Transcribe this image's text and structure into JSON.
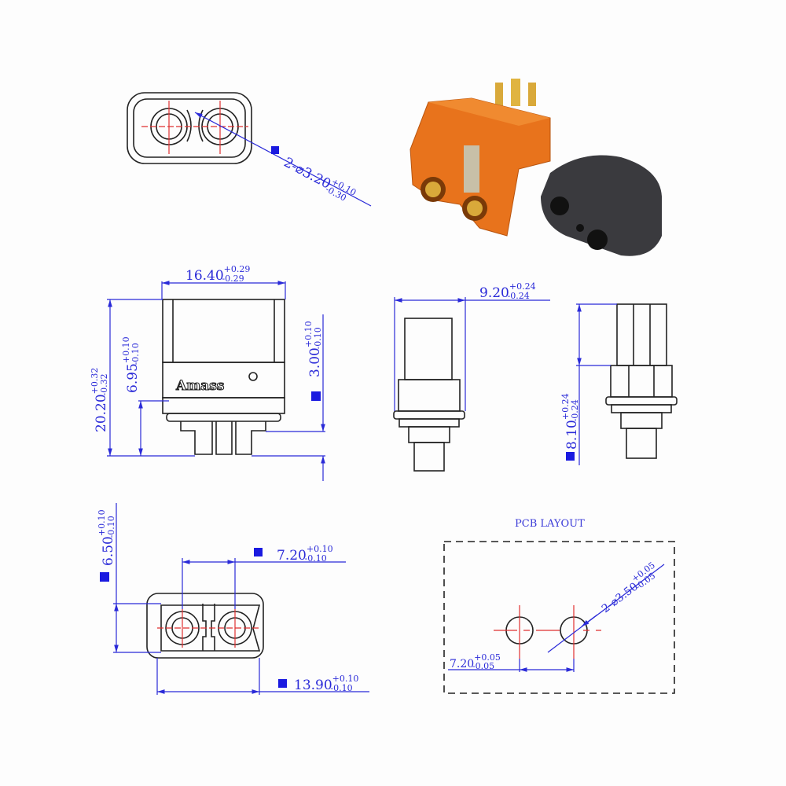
{
  "brand": "Amass",
  "pcb_title": "PCB LAYOUT",
  "dimensions": {
    "face_hole": {
      "value": "2-⌀3.20",
      "plus": "+0.10",
      "minus": "-0.30"
    },
    "width": {
      "value": "16.40",
      "plus": "+0.29",
      "minus": "-0.29"
    },
    "height": {
      "value": "20.20",
      "plus": "+0.32",
      "minus": "-0.32"
    },
    "pin_height": {
      "value": "6.95",
      "plus": "+0.10",
      "minus": "-0.10"
    },
    "pin_offset": {
      "value": "3.00",
      "plus": "+0.10",
      "minus": "-0.10"
    },
    "depth": {
      "value": "9.20",
      "plus": "+0.24",
      "minus": "-0.24"
    },
    "side_height": {
      "value": "8.10",
      "plus": "+0.24",
      "minus": "-0.24"
    },
    "bottom_height": {
      "value": "6.50",
      "plus": "+0.10",
      "minus": "-0.10"
    },
    "pin_pitch": {
      "value": "7.20",
      "plus": "+0.10",
      "minus": "-0.10"
    },
    "bottom_width": {
      "value": "13.90",
      "plus": "+0.10",
      "minus": "-0.10"
    },
    "pcb_hole": {
      "value": "2-⌀3.50",
      "plus": "+0.05",
      "minus": "-0.05"
    },
    "pcb_pitch": {
      "value": "7.20",
      "plus": "+0.05",
      "minus": "-0.05"
    }
  },
  "colors": {
    "dimension": "#2a2ad8",
    "centerline": "#e03030",
    "connector": "#e8731c",
    "cap": "#3a3a3e"
  }
}
